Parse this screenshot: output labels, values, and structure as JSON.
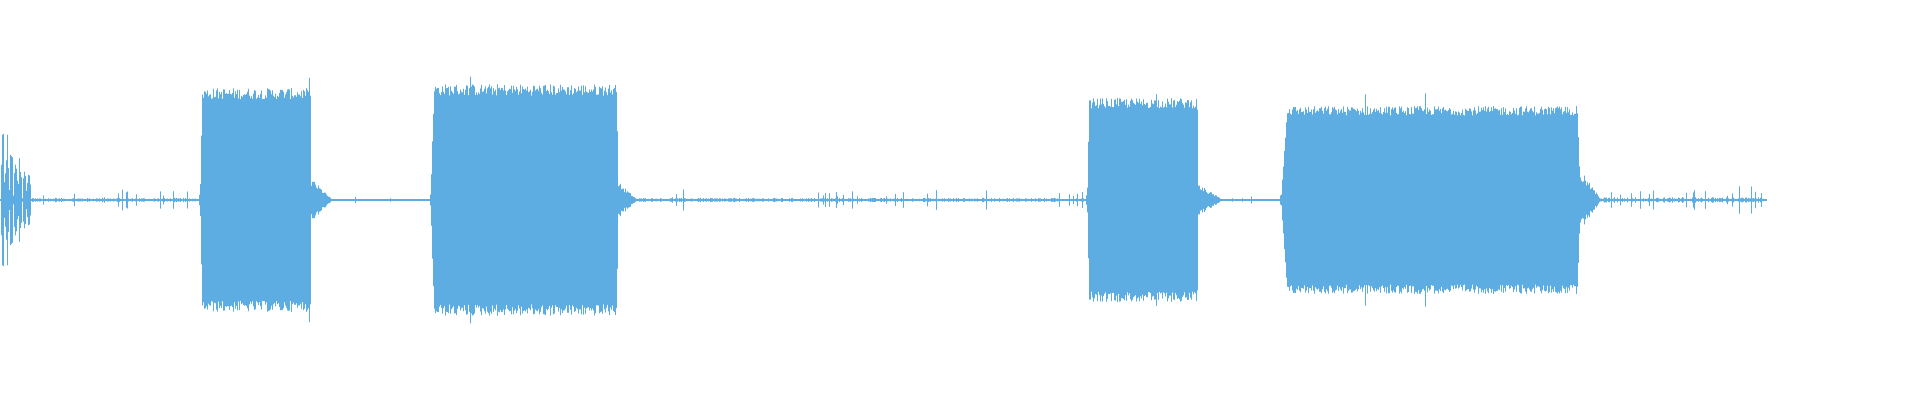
{
  "waveform": {
    "color": "#5dade2",
    "background": "#ffffff",
    "duration_fraction_end": 0.748,
    "segments": [
      {
        "kind": "burst",
        "start": 0.0,
        "end": 0.016,
        "level": 0.42
      },
      {
        "kind": "noise",
        "start": 0.016,
        "end": 0.104,
        "level": 0.03
      },
      {
        "kind": "block",
        "start": 0.104,
        "end": 0.162,
        "level": 0.56
      },
      {
        "kind": "tail",
        "start": 0.162,
        "end": 0.173,
        "level": 0.11
      },
      {
        "kind": "noise",
        "start": 0.173,
        "end": 0.224,
        "level": 0.01
      },
      {
        "kind": "block",
        "start": 0.224,
        "end": 0.322,
        "level": 0.58
      },
      {
        "kind": "tail",
        "start": 0.322,
        "end": 0.332,
        "level": 0.09
      },
      {
        "kind": "noise",
        "start": 0.332,
        "end": 0.566,
        "level": 0.03
      },
      {
        "kind": "block",
        "start": 0.566,
        "end": 0.624,
        "level": 0.51
      },
      {
        "kind": "tail",
        "start": 0.624,
        "end": 0.637,
        "level": 0.08
      },
      {
        "kind": "noise",
        "start": 0.637,
        "end": 0.667,
        "level": 0.01
      },
      {
        "kind": "block",
        "start": 0.667,
        "end": 0.823,
        "level": 0.47
      },
      {
        "kind": "tail",
        "start": 0.823,
        "end": 0.834,
        "level": 0.15
      },
      {
        "kind": "noise",
        "start": 0.834,
        "end": 0.92,
        "level": 0.04
      }
    ]
  }
}
